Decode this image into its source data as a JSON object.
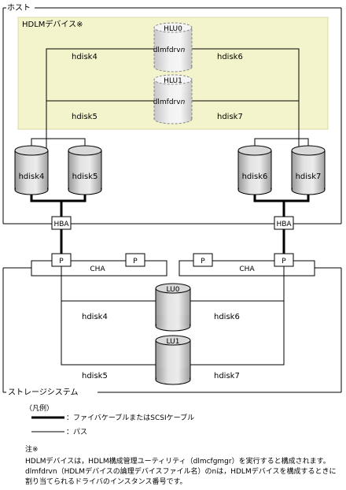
{
  "host_label": "ホスト",
  "hdlm_device_label": "HDLMデバイス※",
  "storage_label": "ストレージシステム",
  "hlu": [
    {
      "label": "HLU0",
      "device": "dlmfdrv",
      "device_var": "n"
    },
    {
      "label": "HLU1",
      "device": "dlmfdrv",
      "device_var": "n"
    }
  ],
  "upper_paths": {
    "left_top": "hdisk4",
    "right_top": "hdisk6",
    "left_bottom": "hdisk5",
    "right_bottom": "hdisk7"
  },
  "host_disks": [
    "hdisk4",
    "hdisk5",
    "hdisk6",
    "hdisk7"
  ],
  "hba": [
    "HBA",
    "HBA"
  ],
  "ports": [
    "P",
    "P",
    "P",
    "P"
  ],
  "cha": [
    "CHA",
    "CHA"
  ],
  "lu": [
    "LU0",
    "LU1"
  ],
  "lower_paths": {
    "left_top": "hdisk4",
    "right_top": "hdisk6",
    "left_bottom": "hdisk5",
    "right_bottom": "hdisk7"
  },
  "legend": {
    "title": "（凡例）",
    "thick": "：ファイバケーブルまたはSCSIケーブル",
    "thin": "：パス"
  },
  "note": {
    "title": "注※",
    "body": "HDLMデバイスは，HDLM構成管理ユーティリティ（dlmcfgmgr）を実行すると構成されます。dlmfdrvn（HDLMデバイスの論理デバイスファイル名）のnは，HDLMデバイスを構成するときに割り当てられるドライバのインスタンス番号です。"
  }
}
